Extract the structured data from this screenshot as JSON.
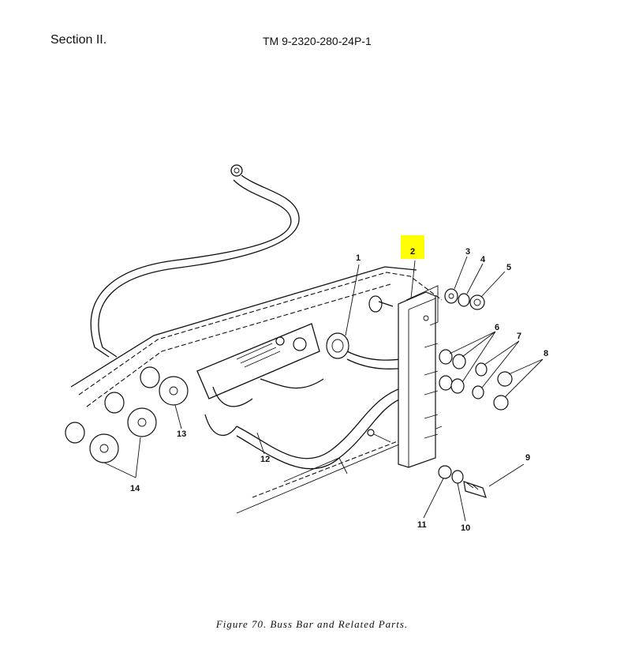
{
  "header": {
    "section": "Section II.",
    "tm_number": "TM 9-2320-280-24P-1"
  },
  "figure": {
    "caption": "Figure 70.  Buss Bar and Related Parts.",
    "highlight_color": "#ffff00",
    "callouts": [
      "1",
      "2",
      "3",
      "4",
      "5",
      "6",
      "7",
      "8",
      "9",
      "10",
      "11",
      "12",
      "13",
      "14"
    ],
    "highlighted_callout": "2"
  }
}
